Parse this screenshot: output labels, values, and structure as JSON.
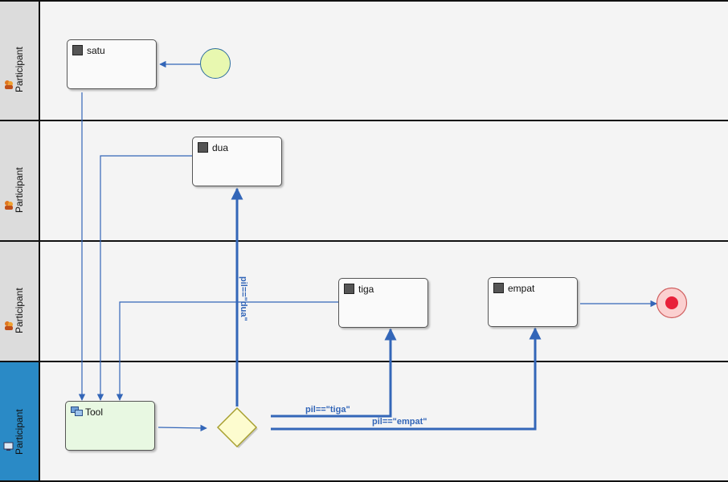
{
  "lanes": [
    {
      "label": "Participant"
    },
    {
      "label": "Participant"
    },
    {
      "label": "Participant"
    },
    {
      "label": "Participant"
    }
  ],
  "nodes": {
    "satu": "satu",
    "dua": "dua",
    "tiga": "tiga",
    "empat": "empat",
    "tool": "Tool"
  },
  "conditions": {
    "dua": "pil==\"dua\"",
    "tiga": "pil==\"tiga\"",
    "empat": "pil==\"empat\""
  },
  "colors": {
    "flow": "#3366b8",
    "start_fill": "#e8f8b0",
    "end_fill": "#e8203a",
    "gateway_fill": "#fdfccf",
    "active_lane": "#2a8ac6"
  }
}
